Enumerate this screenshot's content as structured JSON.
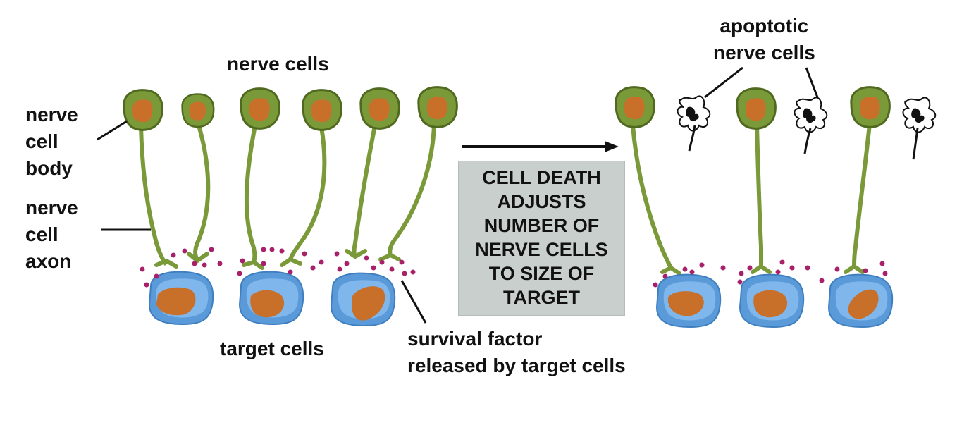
{
  "labels": {
    "nerve_cells": "nerve cells",
    "nerve_cell_body": [
      "nerve",
      "cell",
      "body"
    ],
    "nerve_cell_axon": [
      "nerve",
      "cell",
      "axon"
    ],
    "target_cells": "target cells",
    "survival_factor": [
      "survival factor",
      "released by target cells"
    ],
    "apoptotic": [
      "apoptotic",
      "nerve cells"
    ]
  },
  "process_box": [
    "CELL DEATH",
    "ADJUSTS",
    "NUMBER OF",
    "NERVE CELLS",
    "TO SIZE OF",
    "TARGET"
  ],
  "colors": {
    "nerve_green": "#7a9a3a",
    "nerve_outline": "#4f6a1f",
    "nucleus_orange": "#c8702a",
    "target_blue": "#5a9ad8",
    "target_blue_light": "#7fb6ec",
    "survival_dot": "#a8206a",
    "box_gray": "#c9cfcc"
  }
}
